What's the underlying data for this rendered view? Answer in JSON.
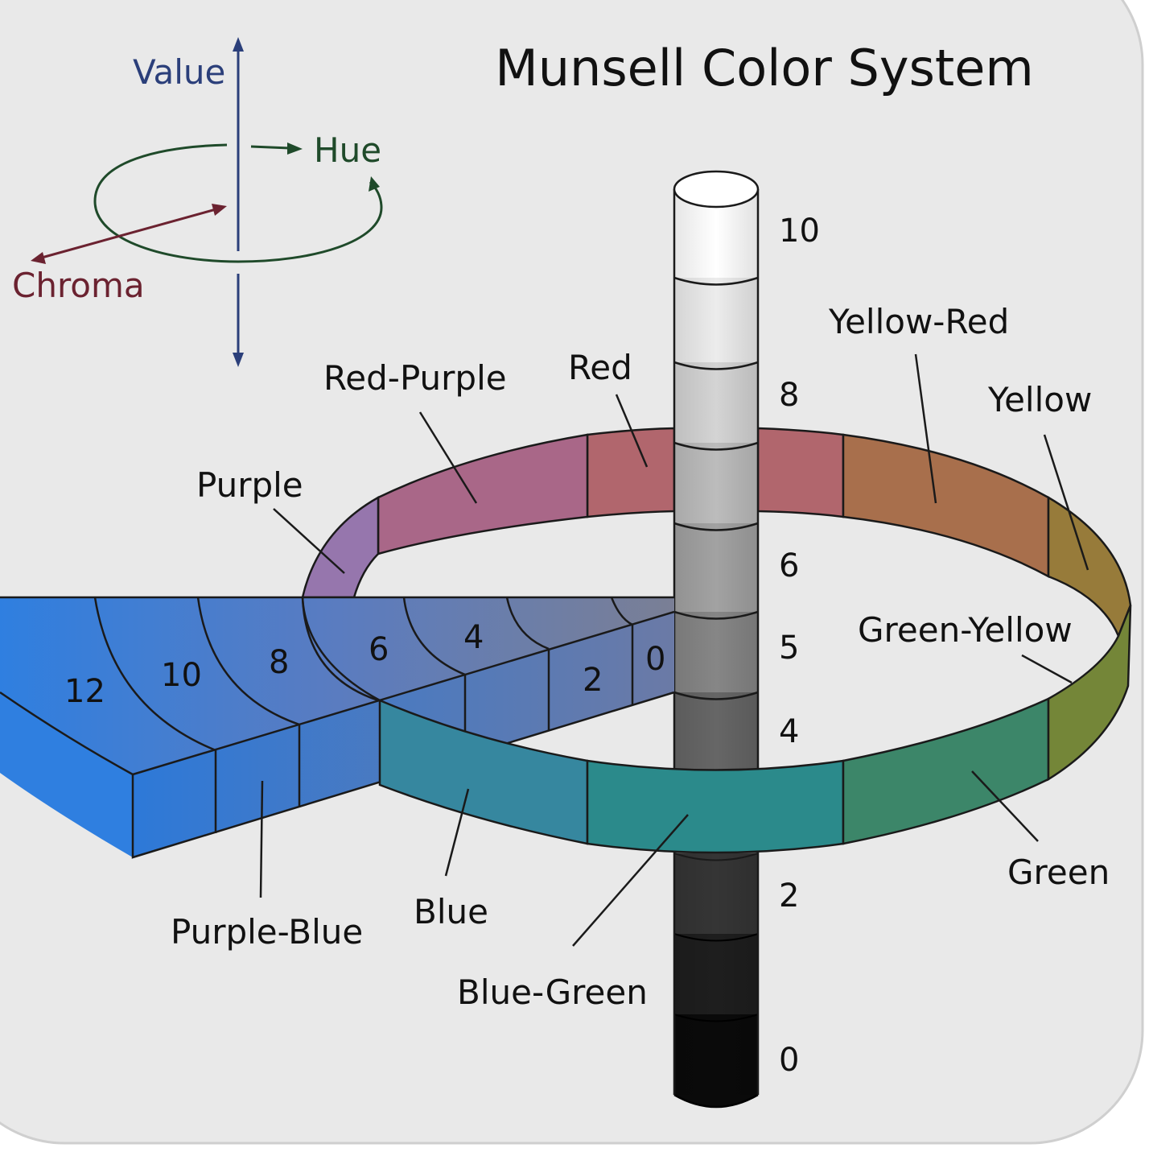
{
  "title": "Munsell Color System",
  "axes": {
    "value": "Value",
    "hue": "Hue",
    "chroma": "Chroma"
  },
  "hues": {
    "red": "Red",
    "red_purple": "Red-Purple",
    "purple": "Purple",
    "purple_blue": "Purple-Blue",
    "blue": "Blue",
    "blue_green": "Blue-Green",
    "green": "Green",
    "green_yellow": "Green-Yellow",
    "yellow": "Yellow",
    "yellow_red": "Yellow-Red"
  },
  "value_scale": [
    "10",
    "8",
    "6",
    "5",
    "4",
    "2",
    "0"
  ],
  "chroma_scale": [
    "12",
    "10",
    "8",
    "6",
    "4",
    "2",
    "0"
  ],
  "colors": {
    "background": "#e9e9e9",
    "value_axis": "#2b3f7a",
    "hue_axis": "#1f4a2a",
    "chroma_axis": "#6b2230",
    "red": "#b1666d",
    "red_purple": "#a96788",
    "purple": "#9676ad",
    "yellow_red": "#a86f4c",
    "yellow": "#977b3a",
    "green_yellow": "#748638",
    "green": "#3c8669",
    "blue_green": "#2b8a8b",
    "blue": "#36879f",
    "chroma_wedge": "#2f7fe0"
  }
}
